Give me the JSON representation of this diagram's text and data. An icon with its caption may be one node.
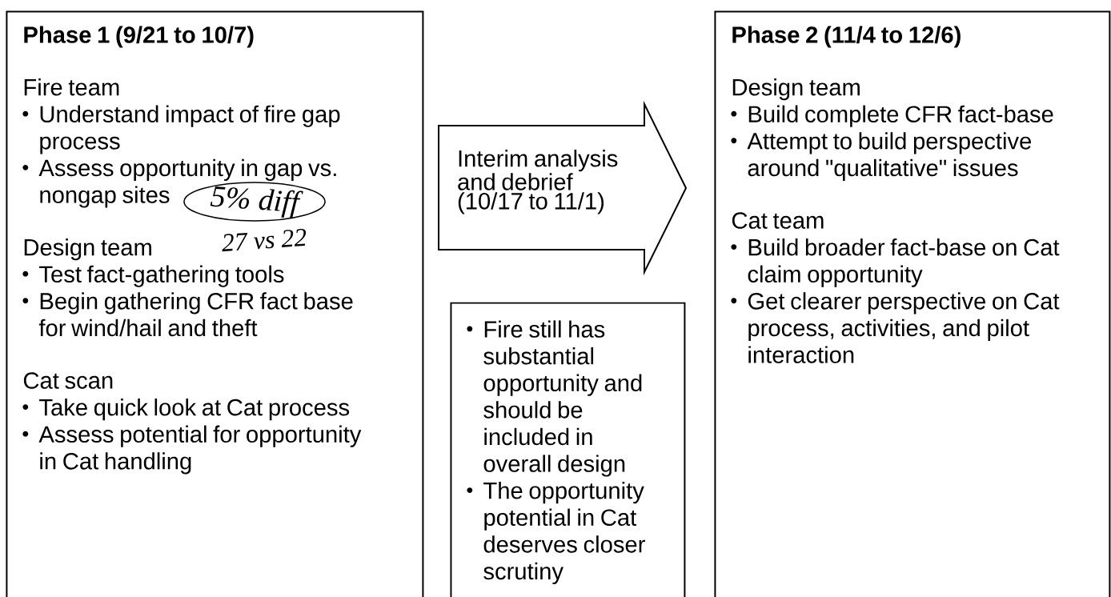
{
  "diagram": {
    "nodes": [
      {
        "text": [
          "Phase 1 (9/21 to 10/7)",
          "Fire team",
          "Understand impact of fire gap process",
          "Assess opportunity in gap vs. nongap sites",
          "Design team",
          "Test fact-gathering tools",
          "Begin gathering CFR fact base for wind/hail and theft",
          "Cat scan",
          "Take quick look at Cat process",
          "Assess potential for opportunity in Cat handling"
        ]
      },
      {
        "text": [
          "Fire still has substantial opportunity and should be included in overall design",
          "The opportunity potential in Cat deserves closer scrutiny"
        ]
      },
      {
        "text": [
          "Phase 2 (11/4 to 12/6)",
          "Design team",
          "Build complete CFR fact-base",
          "Attempt to build perspective around \"qualitative\" issues",
          "Cat team",
          "Build broader fact-base on Cat claim opportunity",
          "Get clearer perspective on Cat process, activities, and pilot interaction"
        ]
      }
    ],
    "edges": [
      {
        "from": 0,
        "to": 2,
        "arrow": "to",
        "label": "Interim analysis and debrief (10/17 to 11/1)"
      }
    ],
    "labels": [
      "5% diff",
      "27 vs 22"
    ]
  }
}
